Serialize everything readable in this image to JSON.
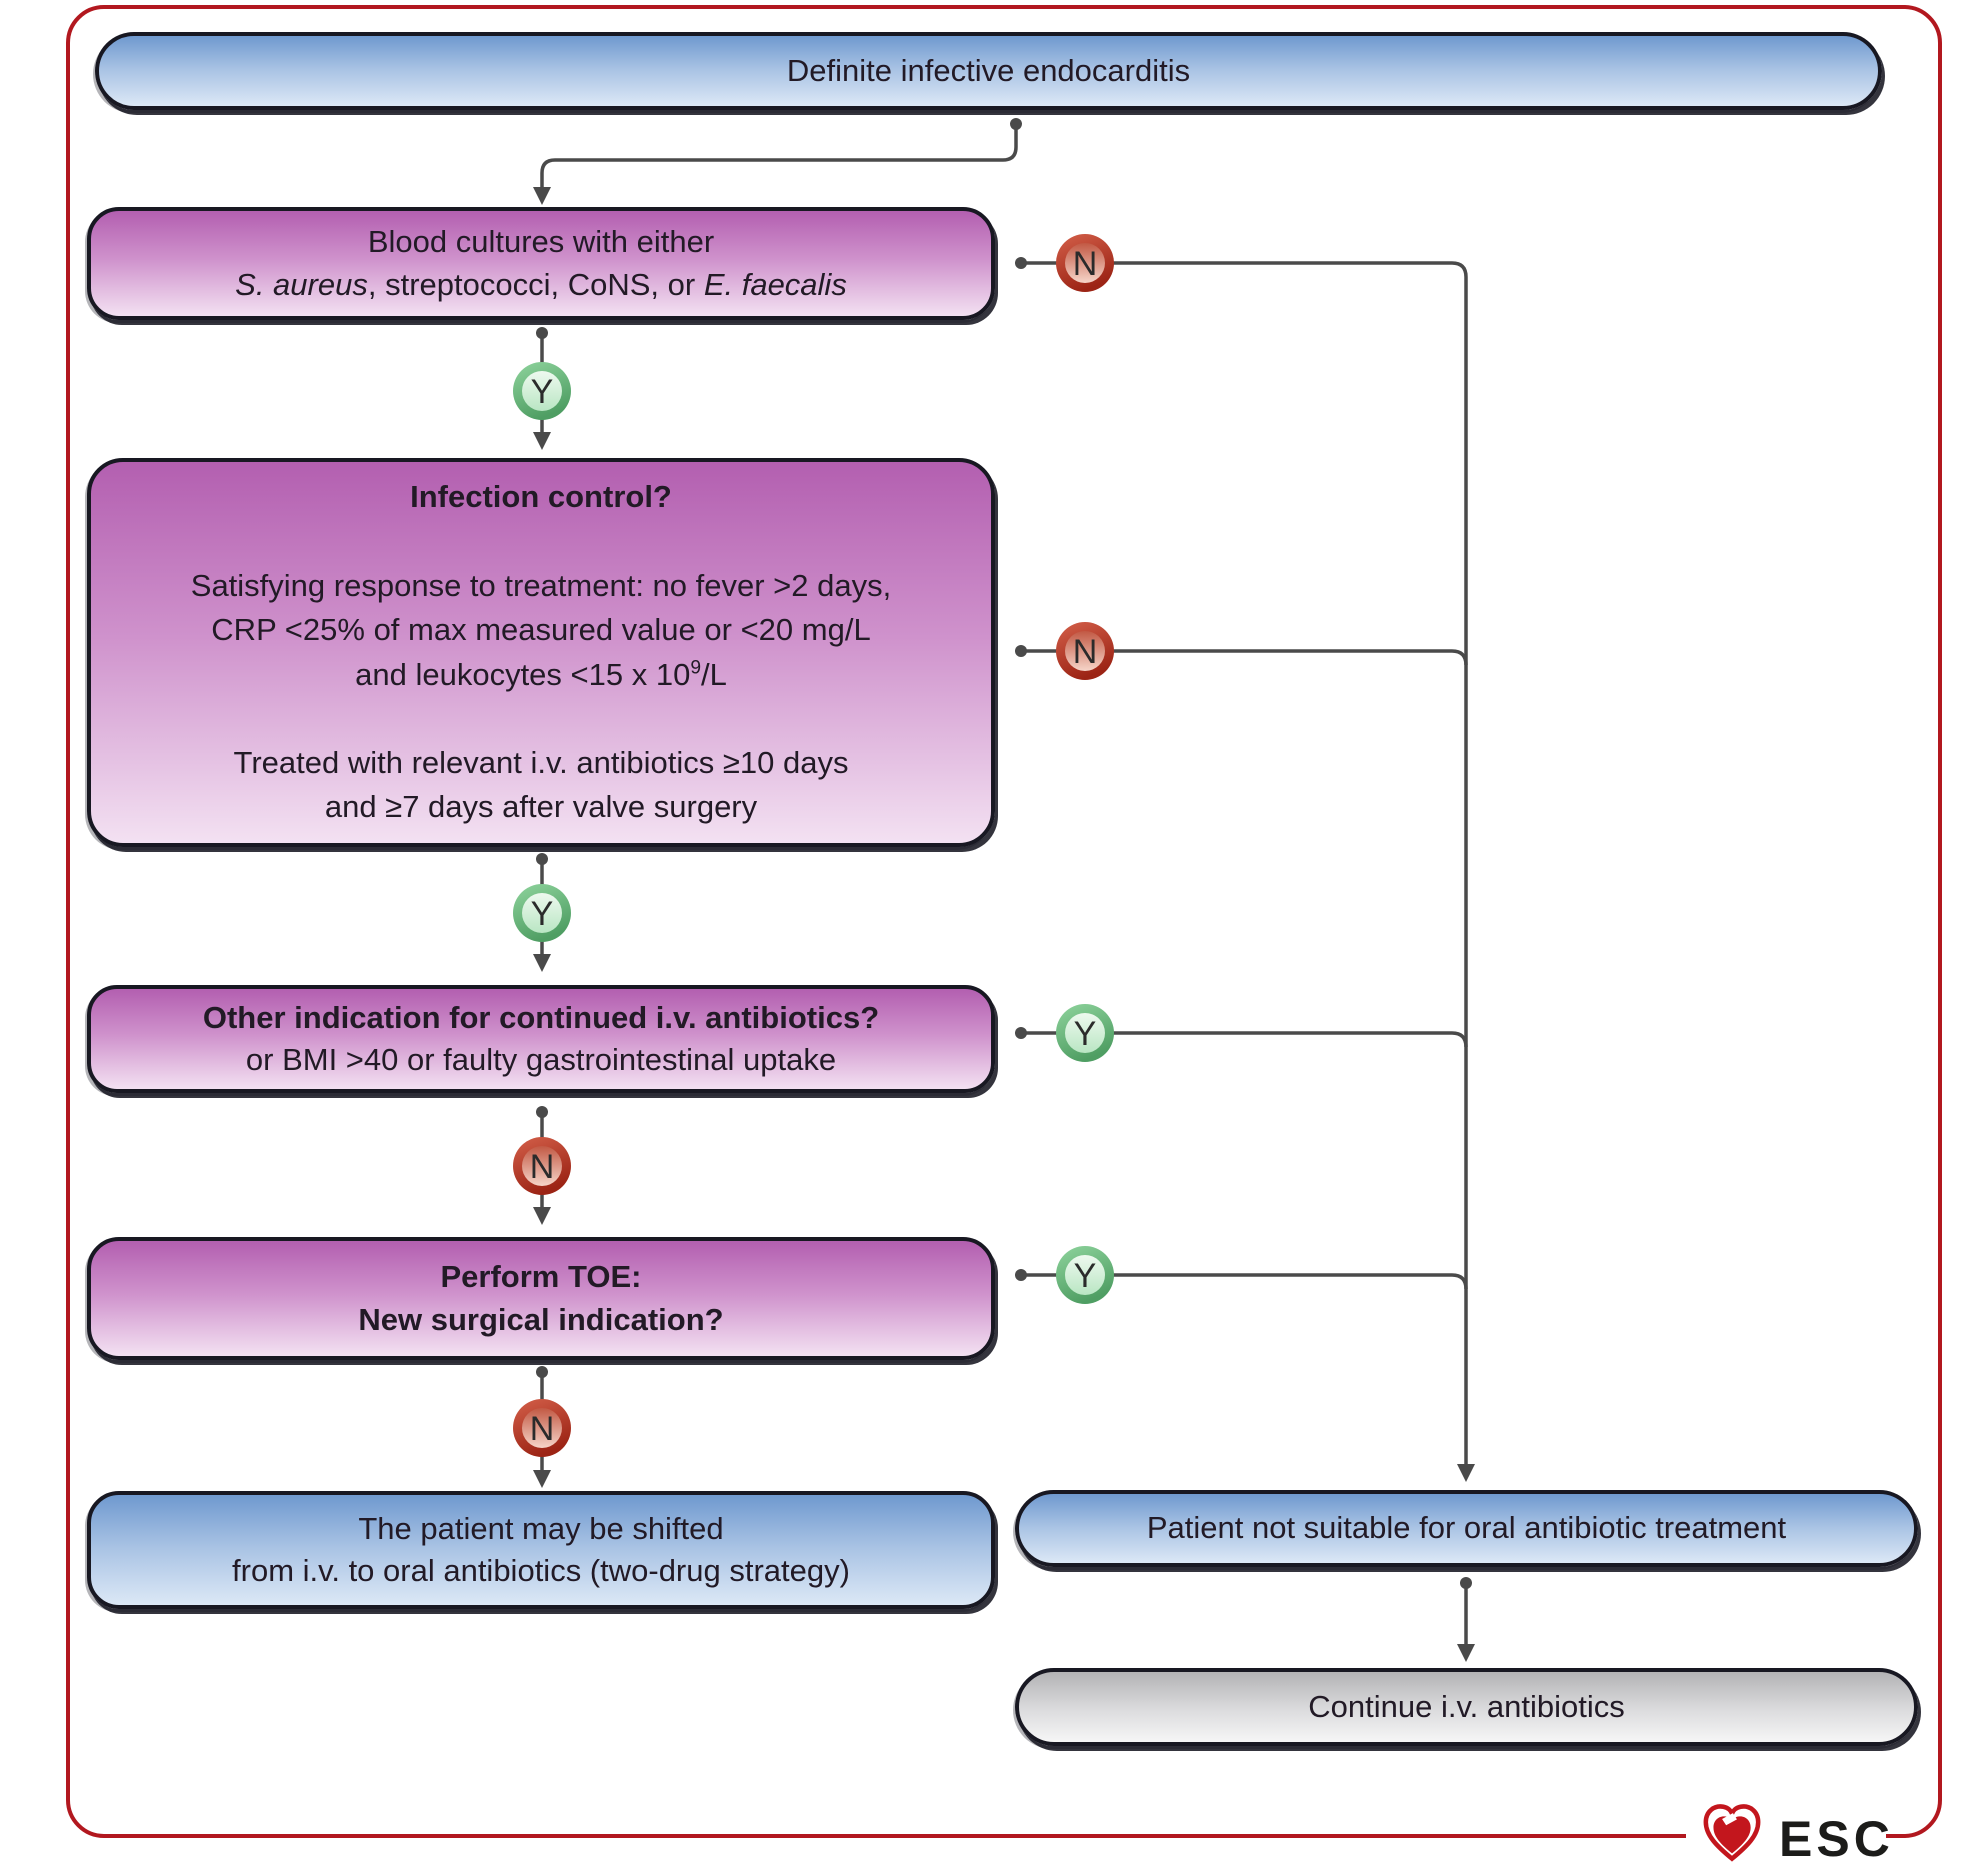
{
  "figure": {
    "title_node": "Definite infective endocarditis",
    "type": "clinical-decision-flowchart"
  },
  "branch_labels": {
    "yes": "Y",
    "no": "N"
  },
  "colors": {
    "frame_red": "#b2181f",
    "heart_red": "#c3161d",
    "no_circle_red": "#b5392a",
    "yes_circle_green": "#66bb77",
    "wire_gray": "#4a4a4a",
    "blue_node_top": "#6f99cf",
    "purple_node_top": "#b35fb0",
    "gray_node_top": "#b3b3b5"
  },
  "nodes": {
    "definite": {
      "lines": [
        [
          {
            "t": "Definite infective endocarditis"
          }
        ]
      ]
    },
    "blood_cultures": {
      "lines": [
        [
          {
            "t": "Blood cultures with either"
          }
        ],
        [
          {
            "t": "S. aureus",
            "i": true
          },
          {
            "t": ", streptococci, CoNS, or "
          },
          {
            "t": "E. faecalis",
            "i": true
          }
        ]
      ]
    },
    "infection_control": {
      "lines": [
        [
          {
            "t": "Infection control?",
            "b": true
          }
        ],
        [],
        [
          {
            "t": "Satisfying response to treatment: no fever >2 days,"
          }
        ],
        [
          {
            "t": "CRP <25% of max measured value or <20 mg/L"
          }
        ],
        [
          {
            "t": "and leukocytes <15 x 10"
          },
          {
            "t": "9",
            "sup": true
          },
          {
            "t": "/L"
          }
        ],
        [],
        [
          {
            "t": "Treated with relevant i.v. antibiotics ≥10 days"
          }
        ],
        [
          {
            "t": "and ≥7 days after valve surgery"
          }
        ]
      ]
    },
    "other_indication": {
      "lines": [
        [
          {
            "t": "Other indication for continued i.v. antibiotics?",
            "b": true
          }
        ],
        [
          {
            "t": "or BMI >40 or faulty gastrointestinal uptake"
          }
        ]
      ]
    },
    "perform_toe": {
      "lines": [
        [
          {
            "t": "Perform TOE:",
            "b": true
          }
        ],
        [
          {
            "t": "New surgical indication?",
            "b": true
          }
        ]
      ]
    },
    "shift_oral": {
      "lines": [
        [
          {
            "t": "The patient may be shifted"
          }
        ],
        [
          {
            "t": "from i.v. to oral antibiotics (two-drug strategy)"
          }
        ]
      ]
    },
    "not_suitable": {
      "lines": [
        [
          {
            "t": "Patient not suitable for oral antibiotic treatment"
          }
        ]
      ]
    },
    "continue_iv": {
      "lines": [
        [
          {
            "t": "Continue i.v. antibiotics"
          }
        ]
      ]
    }
  },
  "logo": {
    "text": "ESC"
  }
}
